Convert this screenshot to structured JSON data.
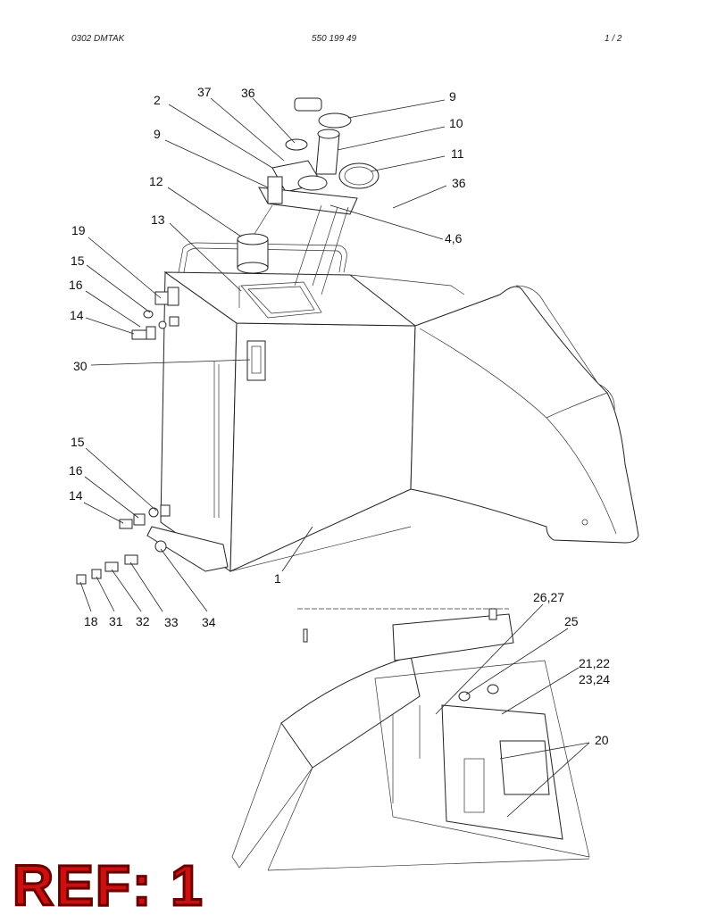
{
  "header": {
    "left": "0302 DMTAK",
    "center": "550 199 49",
    "right": "1 /   2"
  },
  "callouts": {
    "c2": "2",
    "c37": "37",
    "c36a": "36",
    "c9a": "9",
    "c10": "10",
    "c9b": "9",
    "c11": "11",
    "c12": "12",
    "c36b": "36",
    "c13": "13",
    "c46": "4,6",
    "c19": "19",
    "c15a": "15",
    "c16a": "16",
    "c14a": "14",
    "c30": "30",
    "c15b": "15",
    "c16b": "16",
    "c14b": "14",
    "c1": "1",
    "c18": "18",
    "c31": "31",
    "c32": "32",
    "c33": "33",
    "c34": "34",
    "c2627": "26,27",
    "c25": "25",
    "c2122": "21,22",
    "c2324": "23,24",
    "c20": "20"
  },
  "ref_stamp": "REF: 1"
}
